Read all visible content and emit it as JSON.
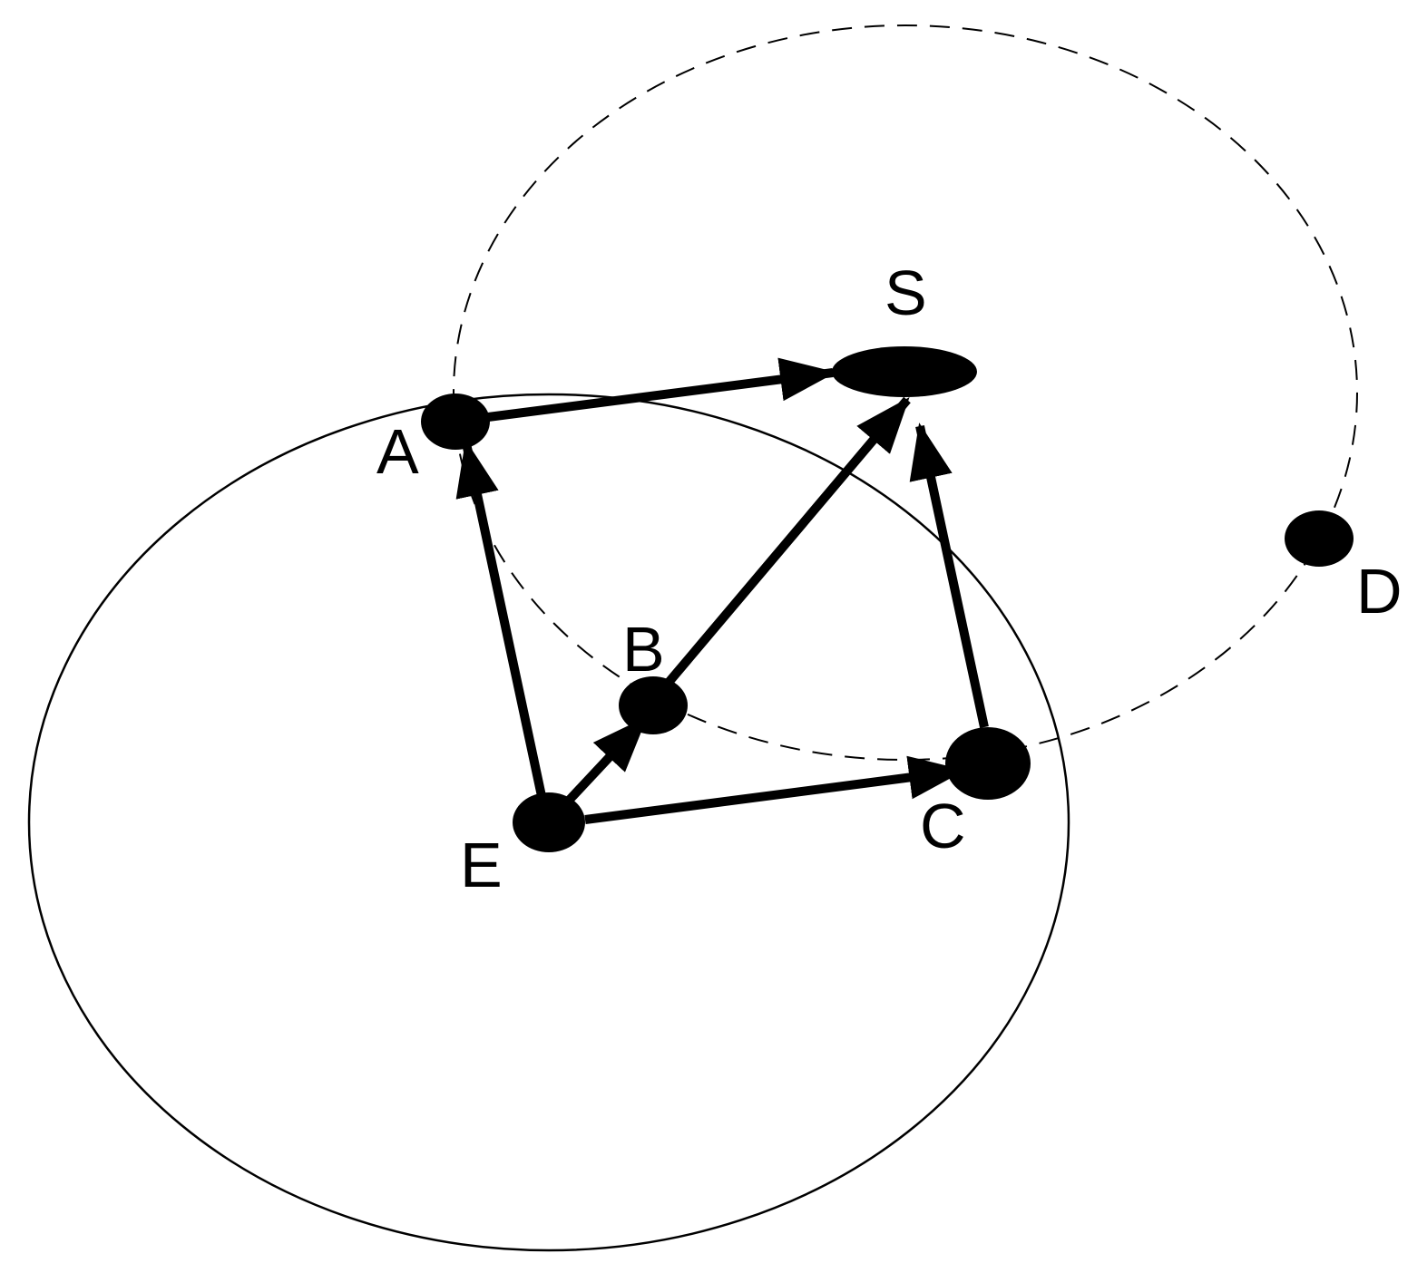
{
  "diagram": {
    "nodes": {
      "S": {
        "label": "S"
      },
      "A": {
        "label": "A"
      },
      "B": {
        "label": "B"
      },
      "C": {
        "label": "C"
      },
      "D": {
        "label": "D"
      },
      "E": {
        "label": "E"
      }
    },
    "edges": [
      {
        "from": "E",
        "to": "A"
      },
      {
        "from": "E",
        "to": "B"
      },
      {
        "from": "E",
        "to": "C"
      },
      {
        "from": "A",
        "to": "S"
      },
      {
        "from": "B",
        "to": "S"
      },
      {
        "from": "C",
        "to": "S"
      }
    ],
    "regions": [
      {
        "name": "solid-range",
        "style": "solid"
      },
      {
        "name": "dashed-range",
        "style": "dashed"
      }
    ],
    "colors": {
      "stroke": "#000000",
      "fill": "#000000",
      "background": "#ffffff"
    }
  }
}
